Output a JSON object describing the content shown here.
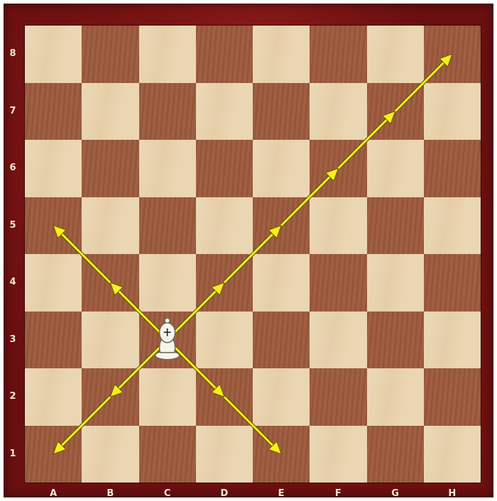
{
  "board": {
    "files": [
      "A",
      "B",
      "C",
      "D",
      "E",
      "F",
      "G",
      "H"
    ],
    "ranks": [
      "8",
      "7",
      "6",
      "5",
      "4",
      "3",
      "2",
      "1"
    ],
    "colors": {
      "light_square": "#e9d3ad",
      "dark_square": "#9d5a3c",
      "frame": "#6a0f10",
      "arrow": "#f5ef1a",
      "label": "#f1e7d6"
    }
  },
  "piece": {
    "type": "bishop",
    "color": "white",
    "square": "C3",
    "icon": "white-bishop-icon"
  },
  "moves": {
    "up_right": [
      "D4",
      "E5",
      "F6",
      "G7",
      "H8"
    ],
    "up_left": [
      "B4",
      "A5"
    ],
    "down_left": [
      "B2",
      "A1"
    ],
    "down_right": [
      "D2",
      "E1"
    ]
  }
}
